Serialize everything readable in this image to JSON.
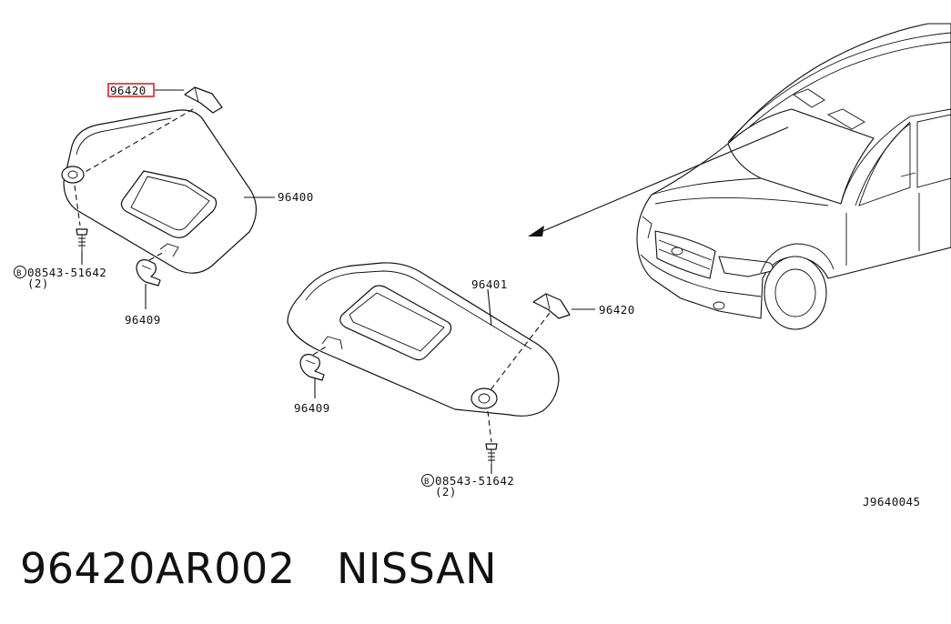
{
  "callouts": {
    "top_clip_highlighted": "96420",
    "left_visor": "96400",
    "left_bolt": "08543-51642",
    "left_bolt_qty": "(2)",
    "left_holder": "96409",
    "right_visor": "96401",
    "right_clip": "96420",
    "right_holder": "96409",
    "right_bolt": "08543-51642",
    "right_bolt_qty": "(2)",
    "bolt_symbol": "B"
  },
  "diagram_code": "J9640045",
  "footer": {
    "part_number": "96420AR002",
    "brand": "NISSAN"
  },
  "colors": {
    "highlight": "#e0201b",
    "line": "#111111",
    "background": "#ffffff"
  }
}
